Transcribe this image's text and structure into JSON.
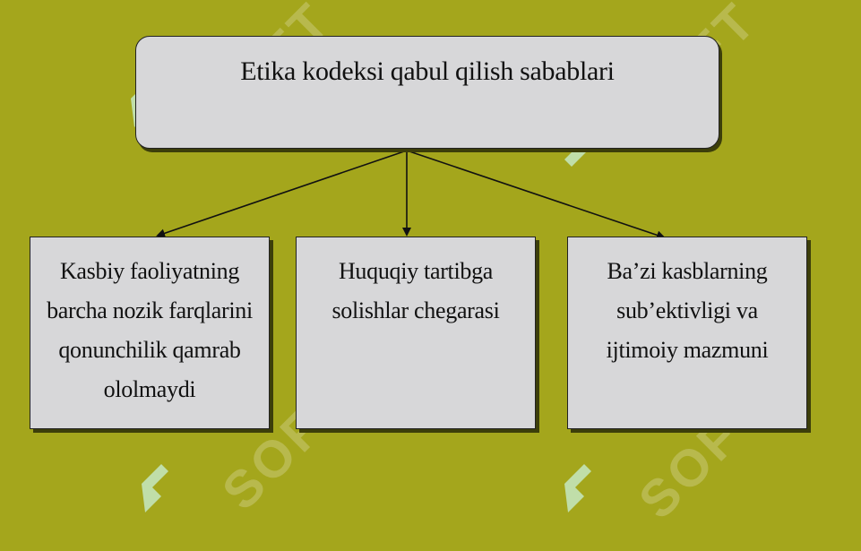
{
  "diagram": {
    "root": {
      "label": "Etika kodeksi qabul qilish sabablari"
    },
    "children": [
      {
        "label": "Kasbiy faoliyatning\nbarcha nozik farqlarini\nqonunchilik qamrab\nololmaydi"
      },
      {
        "label": "Huquqiy tartibga\nsolishlar chegarasi"
      },
      {
        "label": "Ba’zi kasblarning\nsub’ektivligi va\nijtimoiy mazmuni"
      }
    ]
  },
  "watermark": {
    "text": "SOFT",
    "icon": "logo-icon"
  },
  "colors": {
    "background": "#a4a61c",
    "box": "#d7d7d9",
    "shadow": "#3c3e0a",
    "watermark": "#c9f0d8"
  }
}
